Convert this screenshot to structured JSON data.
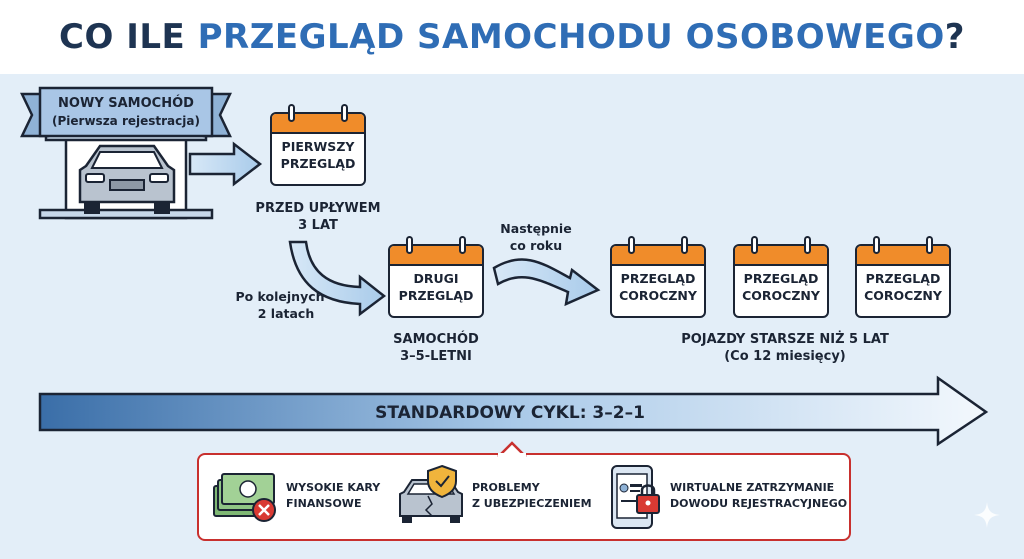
{
  "title": {
    "part1": "CO ILE ",
    "part2": "PRZEGLĄD SAMOCHODU OSOBOWEGO",
    "part3": "?"
  },
  "new_car": {
    "title": "NOWY SAMOCHÓD",
    "subtitle": "(Pierwsza rejestracja)"
  },
  "first": {
    "cal1": "PIERWSZY",
    "cal2": "PRZEGLĄD",
    "label1": "PRZED UPŁYWEM",
    "label2": "3 LAT"
  },
  "after": {
    "line1": "Po kolejnych",
    "line2": "2 latach"
  },
  "second": {
    "cal1": "DRUGI",
    "cal2": "PRZEGLĄD",
    "label1": "SAMOCHÓD",
    "label2": "3–5-LETNI"
  },
  "next": {
    "line1": "Następnie",
    "line2": "co roku"
  },
  "annual": [
    {
      "cal1": "PRZEGLĄD",
      "cal2": "COROCZNY"
    },
    {
      "cal1": "PRZEGLĄD",
      "cal2": "COROCZNY"
    },
    {
      "cal1": "PRZEGLĄD",
      "cal2": "COROCZNY"
    }
  ],
  "older": {
    "line1": "POJAZDY STARSZE NIŻ 5 LAT",
    "line2": "(Co 12 miesięcy)"
  },
  "cycle": {
    "label": "STANDARDOWY CYKL: 3–2–1"
  },
  "warnings": [
    {
      "icon": "money-fine-icon",
      "line1": "WYSOKIE KARY",
      "line2": "FINANSOWE"
    },
    {
      "icon": "damaged-car-shield-icon",
      "line1": "PROBLEMY",
      "line2": "Z UBEZPIECZENIEM"
    },
    {
      "icon": "phone-lock-document-icon",
      "line1": "WIRTUALNE ZATRZYMANIE",
      "line2": "DOWODU REJESTRACYJNEGO"
    }
  ],
  "colors": {
    "navy": "#1e3452",
    "blue": "#2f6db5",
    "orange": "#f08c2a",
    "red": "#c8302e",
    "background": "#e3eef8"
  }
}
